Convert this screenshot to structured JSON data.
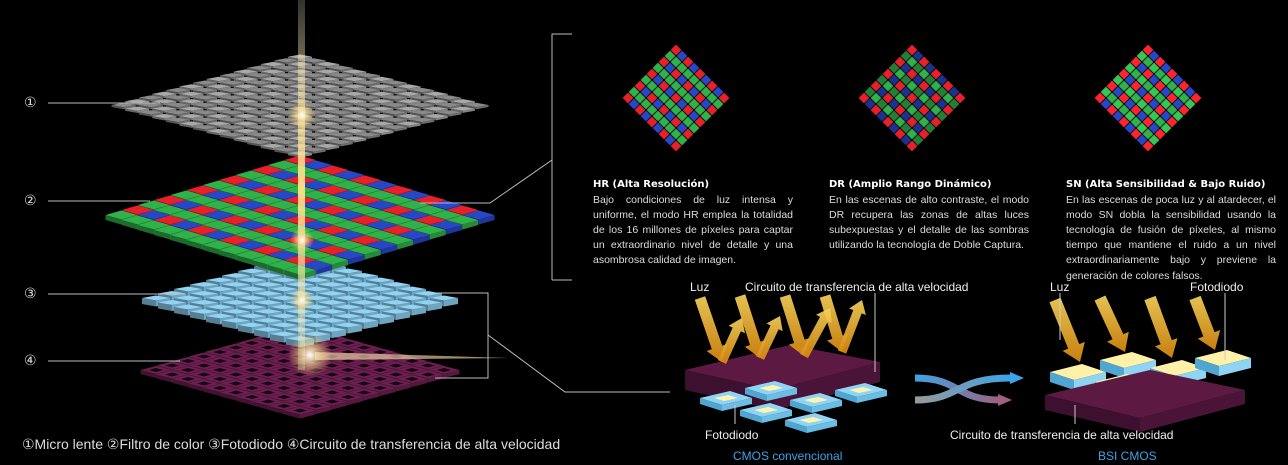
{
  "layers": [
    {
      "num": "①"
    },
    {
      "num": "②"
    },
    {
      "num": "③"
    },
    {
      "num": "④"
    }
  ],
  "legend": "①Micro lente   ②Filtro de color   ③Fotodiodo   ④Circuito de transferencia de alta velocidad",
  "modes": [
    {
      "title": "HR (Alta Resolución)",
      "text": "Bajo condiciones de luz intensa y uniforme, el modo HR emplea la totalidad de los 16 millones de píxeles para captar un extraordinario nivel de detalle y una asombrosa calidad de imagen."
    },
    {
      "title": "DR (Amplio Rango Dinámico)",
      "text": "En las escenas de alto contraste, el modo DR recupera las zonas de altas luces subexpuestas y el detalle de las sombras utilizando la tecnología de Doble Captura."
    },
    {
      "title": "SN (Alta Sensibilidad & Bajo Ruido)",
      "text": "En las escenas de poca luz y al atardecer, el modo SN dobla la sensibilidad usando la tecnología de fusión de píxeles, al mismo tiempo que mantiene el ruido a un nivel extraordinariamente bajo y previene la generación de colores falsos."
    }
  ],
  "conventional": {
    "light": "Luz",
    "circuit": "Circuito de transferencia de alta velocidad",
    "photodiode": "Fotodiodo",
    "caption": "CMOS convencional"
  },
  "bsi": {
    "light": "Luz",
    "photodiode": "Fotodiodo",
    "circuit": "Circuito de transferencia de alta velocidad",
    "caption": "BSI CMOS"
  },
  "colors": {
    "red": "#e8202a",
    "green": "#2fb24a",
    "blue": "#2846c8",
    "cyan": "#8fd3f5",
    "purple": "#6e1f52",
    "lens": "#9a9a9a",
    "accent_blue": "#3ea3e6",
    "light_yellow": "#f2b733"
  }
}
